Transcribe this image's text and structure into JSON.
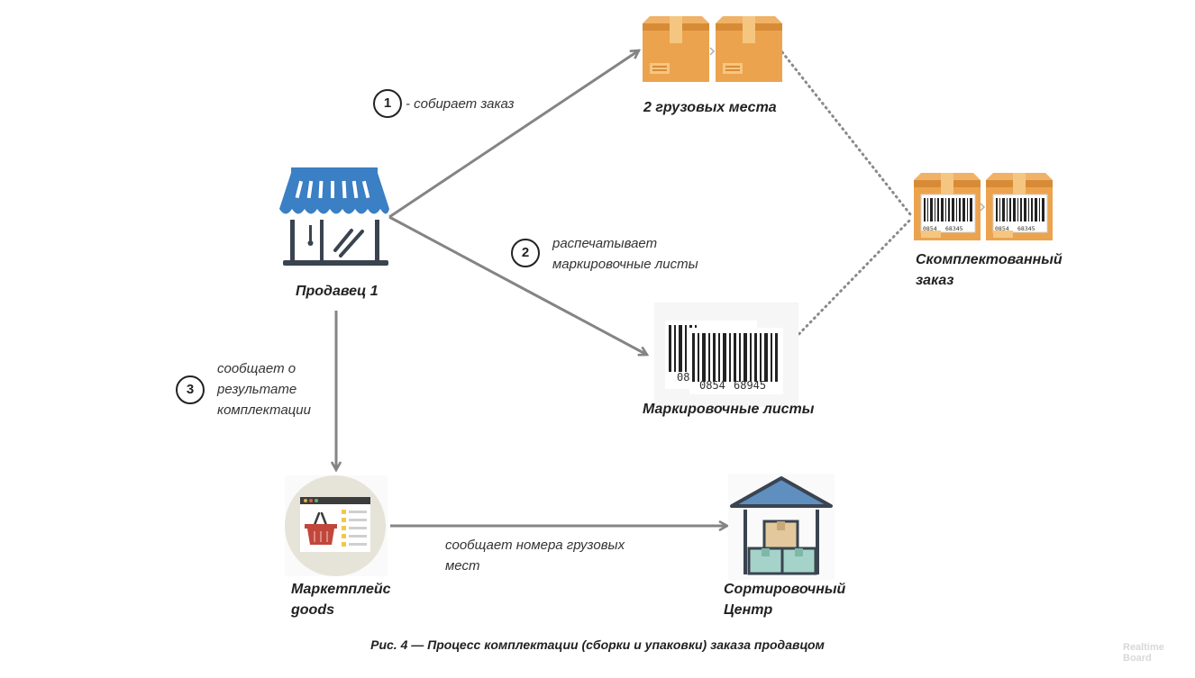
{
  "nodes": {
    "seller": "Продавец 1",
    "cargo": "2 грузовых места",
    "assembled_line1": "Скомплектованный",
    "assembled_line2": "заказ",
    "labels": "Маркировочные листы",
    "marketplace_line1": "Маркетплейс",
    "marketplace_line2": "goods",
    "sorting_line1": "Сортировочный",
    "sorting_line2": "Центр"
  },
  "steps": [
    {
      "number": "1",
      "text_line1": "собирает заказ"
    },
    {
      "number": "2",
      "text_line1": "распечатывает",
      "text_line2": "маркировочные листы"
    },
    {
      "number": "3",
      "text_line1": "сообщает о",
      "text_line2": "результате",
      "text_line3": "комплектации"
    }
  ],
  "edge_label": {
    "line1": "сообщает номера грузовых",
    "line2": "мест"
  },
  "barcode_digits": {
    "left": "0854",
    "right": "68945",
    "small_left": "0854",
    "small_right": "68345",
    "partial": "08"
  },
  "caption": "Рис. 4 — Процесс комплектации (сборки и упаковки) заказа продавцом",
  "watermark": {
    "line1": "Realtime",
    "line2": "Board"
  },
  "colors": {
    "arrow": "#848484",
    "store_blue": "#3b7fc4",
    "store_dark": "#3a4450",
    "box": "#eca34e",
    "box_dark": "#d88b36",
    "box_tape": "#f5c680",
    "marketplace_bg": "#e6e3d9",
    "basket": "#c1473b",
    "warehouse_roof": "#5f8fbf",
    "crate_green": "#a6d3c9",
    "crate_tan": "#e4c89d"
  }
}
